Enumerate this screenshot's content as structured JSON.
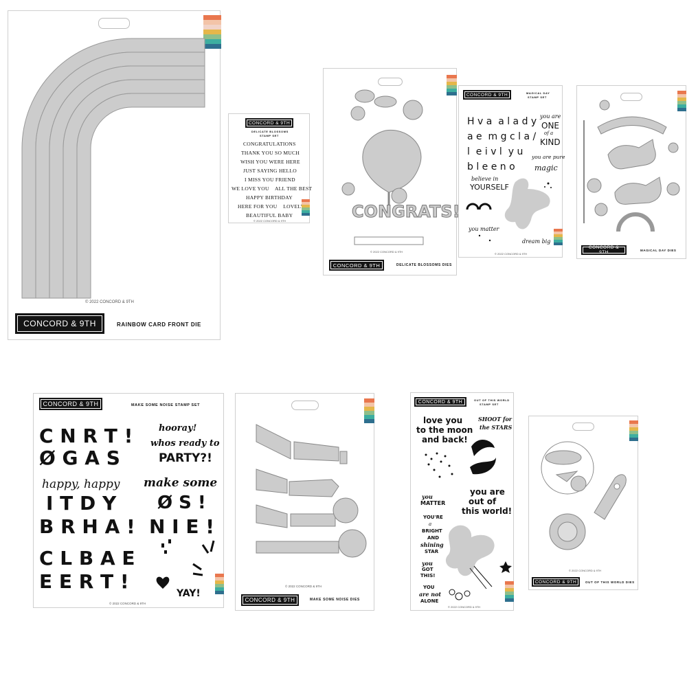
{
  "brand": "CONCORD & 9TH",
  "copyright": "© 2022 CONCORD & 9TH",
  "swatch_colors": [
    "#e9774e",
    "#f3c4a8",
    "#f1d3c8",
    "#e5b74a",
    "#8fbf8a",
    "#3daea0",
    "#2e6f8e"
  ],
  "die_color": "#cccccc",
  "products": {
    "rainbow": {
      "title": "RAINBOW CARD FRONT DIE"
    },
    "blossoms_stamp": {
      "title": "DELICATE BLOSSOMS",
      "subtitle": "STAMP SET",
      "phrases": [
        "CONGRATULATIONS",
        "THANK YOU SO MUCH",
        "WISH YOU WERE HERE",
        "JUST SAYING HELLO",
        "I MISS YOU FRIEND",
        "WE LOVE YOU    ALL THE BEST",
        "HAPPY BIRTHDAY",
        "HERE FOR YOU    LOVELY",
        "BEAUTIFUL BABY"
      ]
    },
    "blossoms_dies": {
      "title": "DELICATE BLOSSOMS DIES",
      "word": "CONGRATS!"
    },
    "magical_stamp": {
      "title": "MAGICAL DAY",
      "subtitle": "STAMP SET",
      "letter_rows": [
        "H v a  a l a d y",
        "a e  m g c l a /",
        "l  e i v l  y u",
        "b l e e n o"
      ],
      "you_are": "you are",
      "one": "ONE",
      "of_a": "of a",
      "kind": "KIND",
      "you_are_pure": "you are pure",
      "magic": "magic",
      "believe_in": "believe in",
      "yourself": "YOURSELF",
      "you_matter": "you matter",
      "dream_big": "dream big"
    },
    "magical_dies": {
      "title": "MAGICAL DAY DIES"
    },
    "noise_stamp": {
      "title": "MAKE SOME NOISE STAMP SET",
      "letter_rows": [
        "C N R T !",
        "Ø G A S",
        "I T D Y",
        "B R H A !",
        "C L B A E",
        "E E R T !"
      ],
      "hooray": "hooray!",
      "whos_ready_to": "whos ready to",
      "party": "PARTY?!",
      "happy_happy": "happy, happy",
      "make_some": "make some",
      "os": "Ø S !",
      "nie": "N I E !",
      "yay": "YAY!"
    },
    "noise_dies": {
      "title": "MAKE SOME NOISE DIES"
    },
    "world_stamp": {
      "title": "OUT OF THIS WORLD",
      "subtitle": "STAMP SET",
      "love_you": "love you",
      "to_the_moon": "to the moon",
      "and_back": "and back!",
      "shoot_for": "SHOOT for",
      "the_stars": "the STARS",
      "you_matter_a": "you",
      "you_matter_b": "MATTER",
      "you_are_out": "you are",
      "out_of": "out of",
      "this_world": "this world!",
      "youre_a": "YOU'RE",
      "youre_b": "a",
      "bright": "BRIGHT",
      "and": "AND",
      "shining": "shining",
      "star": "STAR",
      "you_got": "you",
      "got": "GOT",
      "this": "THIS!",
      "you_not": "YOU",
      "are_not": "are not",
      "alone": "ALONE"
    },
    "world_dies": {
      "title": "OUT OF THIS WORLD DIES"
    }
  }
}
